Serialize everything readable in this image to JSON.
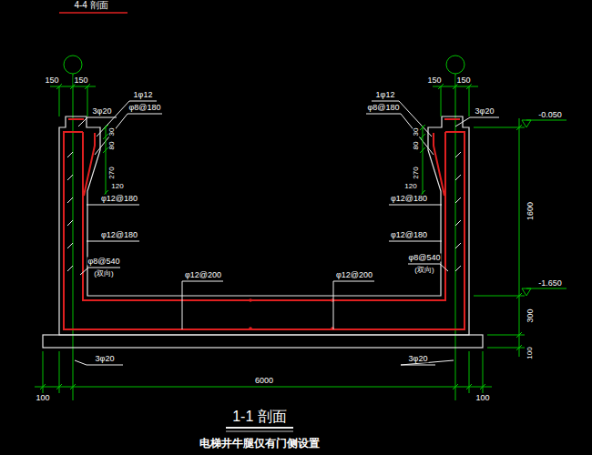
{
  "diagram": {
    "title": "1-1 剖面",
    "caption": "电梯井牛腿仅有门侧设置",
    "labels": [
      "4-4 剖面",
      "150",
      "150",
      "150",
      "150",
      "1φ12",
      "φ8@180",
      "3φ20",
      "30",
      "80",
      "270",
      "120",
      "φ12@180",
      "φ12@180",
      "φ8@540",
      "(双向)",
      "1φ12",
      "φ8@180",
      "3φ20",
      "30",
      "80",
      "270",
      "120",
      "φ12@180",
      "φ12@180",
      "φ8@540",
      "(双向)",
      "φ12@200",
      "φ12@200",
      "-0.050",
      "1600",
      "-1.650",
      "300",
      "100",
      "3φ20",
      "3φ20",
      "100",
      "6000",
      "100"
    ]
  }
}
